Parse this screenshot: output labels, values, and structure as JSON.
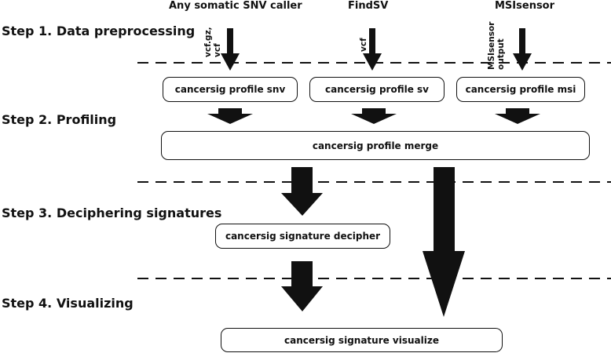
{
  "sources": {
    "snv": "Any somatic SNV caller",
    "sv": "FindSV",
    "msi": "MSIsensor"
  },
  "edge_labels": {
    "snv_line1": "vcf.gz,",
    "snv_line2": "vcf",
    "sv": "vcf",
    "msi_line1": "MSIsensor",
    "msi_line2": "output"
  },
  "steps": {
    "s1": "Step 1. Data preprocessing",
    "s2": "Step 2. Profiling",
    "s3": "Step 3. Deciphering signatures",
    "s4": "Step 4. Visualizing"
  },
  "boxes": {
    "profile_snv": "cancersig profile snv",
    "profile_sv": "cancersig profile sv",
    "profile_msi": "cancersig profile msi",
    "profile_merge": "cancersig profile merge",
    "signature_decipher": "cancersig signature decipher",
    "signature_visualize": "cancersig signature visualize"
  },
  "colors": {
    "arrow": "#111111",
    "line": "#111111"
  }
}
